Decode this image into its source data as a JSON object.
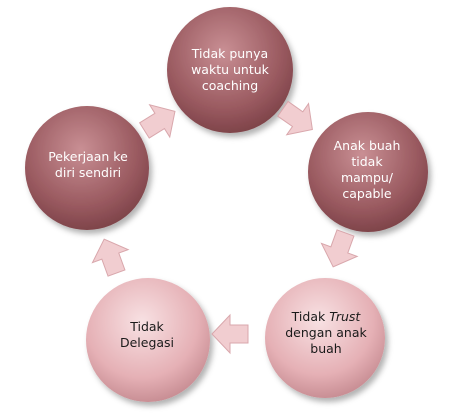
{
  "diagram": {
    "nodes": [
      {
        "id": "waktu",
        "lines": [
          "Tidak punya",
          "waktu untuk",
          "coaching"
        ]
      },
      {
        "id": "mampu",
        "lines": [
          "Anak buah",
          "tidak",
          "mampu/",
          "capable"
        ]
      },
      {
        "id": "trust",
        "lines": [
          "Tidak ",
          "Trust",
          "dengan anak",
          "buah"
        ]
      },
      {
        "id": "delegasi",
        "lines": [
          "Tidak",
          "Delegasi"
        ]
      },
      {
        "id": "sendiri",
        "lines": [
          "Pekerjaan ke",
          "diri sendiri"
        ]
      }
    ],
    "colors": {
      "dark_circle": "#9a5a60",
      "light_circle": "#e7b7bb",
      "arrow": "#f1cdd0"
    }
  }
}
